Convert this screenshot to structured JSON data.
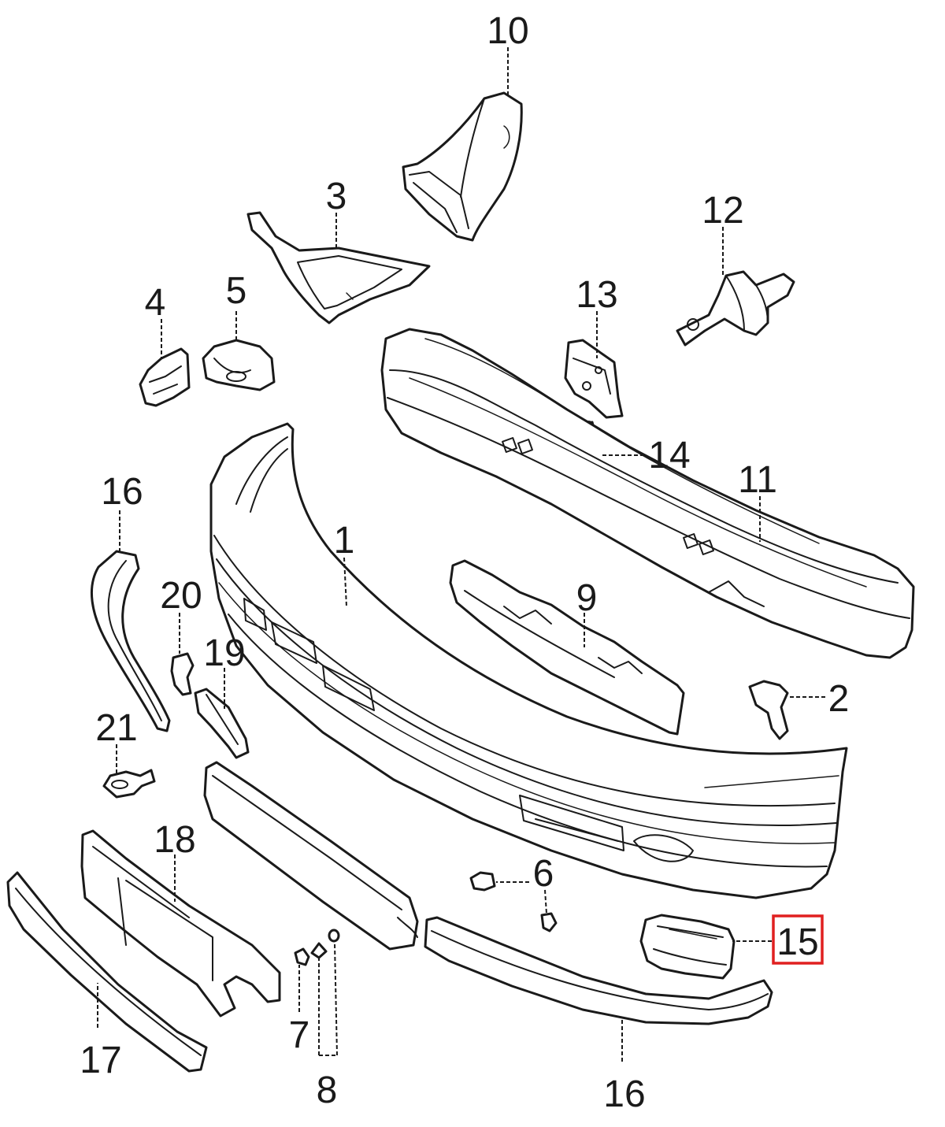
{
  "diagram": {
    "callouts": [
      {
        "id": "c10",
        "label": "10"
      },
      {
        "id": "c3",
        "label": "3"
      },
      {
        "id": "c12",
        "label": "12"
      },
      {
        "id": "c4",
        "label": "4"
      },
      {
        "id": "c5",
        "label": "5"
      },
      {
        "id": "c13",
        "label": "13"
      },
      {
        "id": "c14",
        "label": "14"
      },
      {
        "id": "c16a",
        "label": "16"
      },
      {
        "id": "c11",
        "label": "11"
      },
      {
        "id": "c1",
        "label": "1"
      },
      {
        "id": "c9",
        "label": "9"
      },
      {
        "id": "c20",
        "label": "20"
      },
      {
        "id": "c19",
        "label": "19"
      },
      {
        "id": "c2",
        "label": "2"
      },
      {
        "id": "c21",
        "label": "21"
      },
      {
        "id": "c18",
        "label": "18"
      },
      {
        "id": "c6",
        "label": "6"
      },
      {
        "id": "c15",
        "label": "15"
      },
      {
        "id": "c7",
        "label": "7"
      },
      {
        "id": "c17",
        "label": "17"
      },
      {
        "id": "c8",
        "label": "8"
      },
      {
        "id": "c16b",
        "label": "16"
      }
    ],
    "highlighted_callout": "15",
    "highlight_color": "#e02020",
    "line_color": "#1a1a1a"
  }
}
